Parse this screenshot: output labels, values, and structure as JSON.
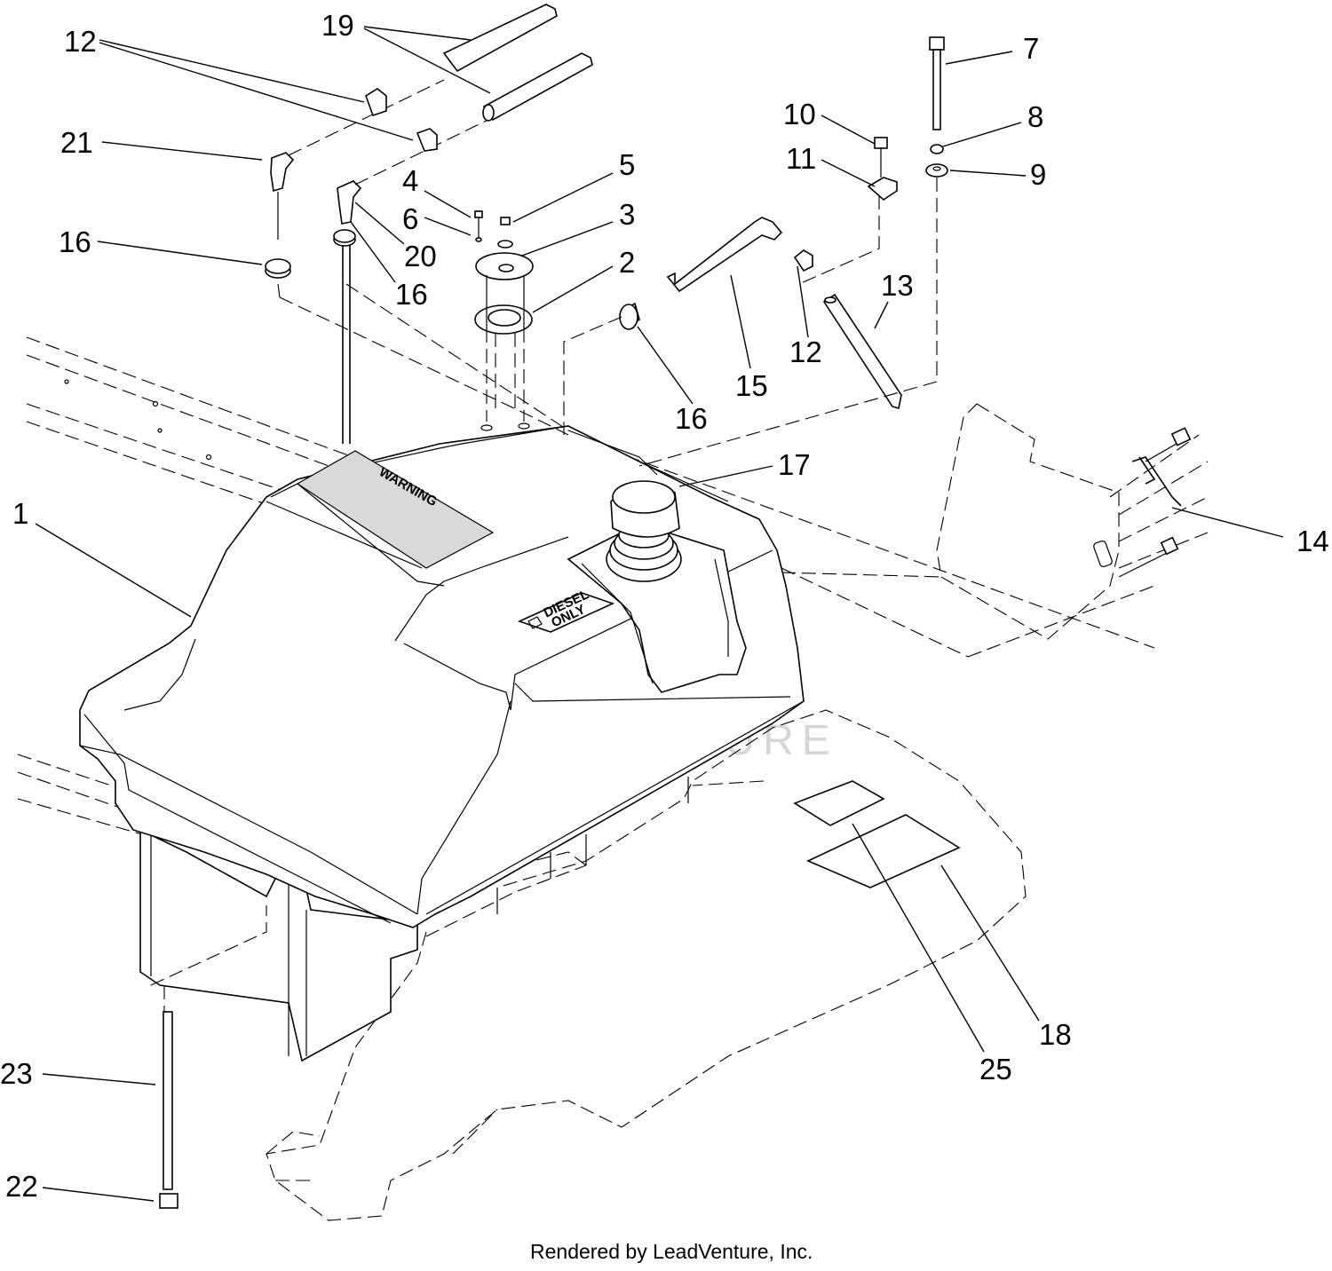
{
  "callouts": [
    "1",
    "2",
    "3",
    "4",
    "5",
    "6",
    "7",
    "8",
    "9",
    "10",
    "11",
    "12",
    "12",
    "12",
    "13",
    "14",
    "15",
    "16",
    "16",
    "16",
    "17",
    "18",
    "19",
    "20",
    "21",
    "22",
    "23",
    "25"
  ],
  "decals": {
    "warning": "WARNING",
    "diesel_line1": "DIESEL",
    "diesel_line2": "ONLY"
  },
  "watermark": "LEADVENTURE",
  "footer": "Rendered by LeadVenture, Inc."
}
